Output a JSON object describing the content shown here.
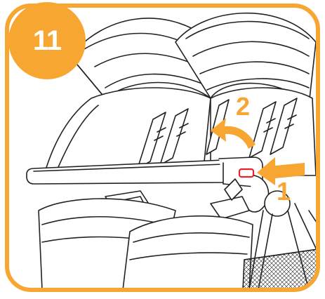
{
  "step": {
    "number": "11"
  },
  "callouts": [
    {
      "id": "1",
      "label": "1"
    },
    {
      "id": "2",
      "label": "2"
    }
  ],
  "colors": {
    "accent": "#F7A632",
    "line": "#222222",
    "release_button": "#E8232D",
    "background": "#FFFFFF"
  },
  "icons": {
    "push_arrow": "arrow-left-icon",
    "lift_arrow": "curved-arrow-up-left-icon"
  }
}
